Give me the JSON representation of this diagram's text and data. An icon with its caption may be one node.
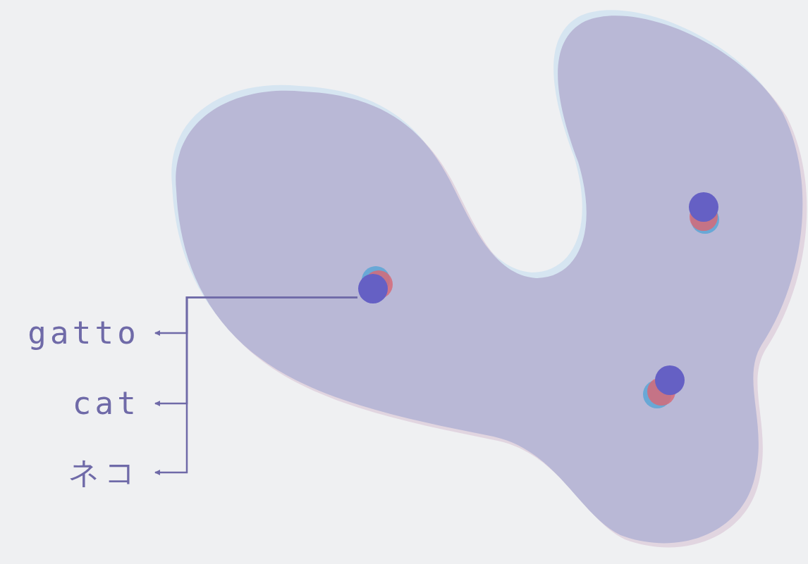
{
  "diagram": {
    "nodes": [
      {
        "text": [],
        "shape": "blob"
      },
      {
        "text": [],
        "shape": "circle",
        "in": 0
      },
      {
        "text": [],
        "shape": "circle",
        "in": 0
      },
      {
        "text": [],
        "shape": "circle",
        "in": 0
      },
      {
        "text": [
          "gatto"
        ]
      },
      {
        "text": [
          "cat"
        ]
      },
      {
        "text": [
          "ネコ"
        ]
      }
    ],
    "edges": [
      {
        "from": 1,
        "to": 4,
        "arrow": "to"
      },
      {
        "from": 1,
        "to": 5,
        "arrow": "to"
      },
      {
        "from": 1,
        "to": 6,
        "arrow": "to"
      }
    ]
  }
}
